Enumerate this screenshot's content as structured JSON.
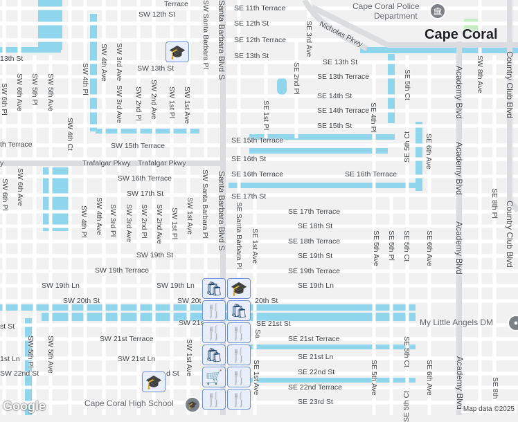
{
  "map": {
    "colors": {
      "land": "#f1f1f2",
      "road": "#ffffff",
      "major_road": "#dadce0",
      "water": "#8fd6ec",
      "park": "#c7ecc6",
      "pin_fill": "#e8eefc",
      "pin_border": "#6f8fd8",
      "pin_icon": "#173e64"
    },
    "city_label": "Cape Coral",
    "places": {
      "police": "Cape Coral Police",
      "police2": "Department",
      "school": "Cape Coral High School",
      "daycare": "My Little Angels DM"
    },
    "streets_h": [
      "Terrace",
      "SW 12th St",
      "SE 11th Terrace",
      "SE 12th St",
      "SE 12th Terrace",
      "SE 13th St",
      "13th St",
      "SW 13th St",
      "SE 13th St",
      "SE 13th Terrace",
      "SE 14th St",
      "SE 14th Terrace",
      "SE 15th St",
      "SE 15th Terrace",
      "SW 15th Terrace",
      "th Terrace",
      "y",
      "Trafalgar Pkwy",
      "Trafalgar Pkwy",
      "SE 16th St",
      "SE 16th Terrace",
      "SE 16th Terrace",
      "SW 16th Terrace",
      "SW 17th St",
      "SE 17th St",
      "SE 17th Terrace",
      "SE 18th St",
      "SE 18th Terrace",
      "SE 19th St",
      "SW 19th St",
      "SW 19th Terrace",
      "SE 19th Terrace",
      "SW 19th Ln",
      "SW 19th Ln",
      "SE 19th Ln",
      "SW 20th St",
      "SW 20t",
      "20th St",
      "st St",
      "SW 21s",
      "SE 21st St",
      "SW 21st Terrace",
      "SE 21st Terrace",
      "SW 21st Ln",
      "SE 21st Ln",
      "1st Ln",
      "SW 22nd St",
      "SE 22nd St",
      "SE 22nd Terrace",
      "SE 23rd St",
      "d St",
      "Nicholas Pkwy"
    ],
    "streets_v": [
      "SW Santa Barbara Pl",
      "Santa Barbara Blvd S",
      "Santa Barbara Blvd S",
      "SE 3rd Ave",
      "SW 4th Ave",
      "SW 3rd Ave",
      "SW 3rd Ave",
      "SW 2nd Pl",
      "SW 2nd Ave",
      "SW 1st Pl",
      "SW 1st Ave",
      "SW 4th Pl",
      "SW 4th Ct",
      "SW 5th Ave",
      "SW 5th Pl",
      "SW 6th Ave",
      "SW 6th Pl",
      "SE 2nd Pl",
      "SE 1st Pl",
      "SE 4th Pl",
      "SE 5th Ct",
      "SE 5th Ct",
      "SE 6th Ave",
      "Academy Blvd",
      "Academy Blvd",
      "Academy Blvd",
      "SW 8th Ave",
      "Country Club Blvd",
      "Country Club Blvd",
      "SE 8th Pl",
      "SW 6th Ave",
      "SW 6th Pl",
      "SW 4th Pl",
      "SW 4th Ave",
      "SW 3rd Pl",
      "SW 3rd Ave",
      "SW 2nd Pl",
      "SW 2nd Ave",
      "SW 1st Pl",
      "SW 1st Ave",
      "SW Santa Barbara Pl",
      "SE Santa Barbara Pl",
      "SE 1st Ave",
      "SE 5th Ave",
      "SE 5th Pl",
      "SE 5th Ct",
      "SE 6th Ave",
      "SW 5th Pl",
      "SW 5th Ave",
      "SW 1st Ave",
      "SE 1st Ave",
      "SE 5th Ave",
      "SE 5th Ct",
      "SE 6th Ave",
      "Academy Blvd",
      "SE 8th",
      "SE 5th Ct",
      "Sa"
    ],
    "pins": [
      "school",
      "school",
      "shopping",
      "school",
      "restaurant",
      "shopping",
      "restaurant",
      "restaurant",
      "shopping",
      "restaurant",
      "grocery",
      "restaurant",
      "restaurant",
      "restaurant"
    ],
    "logo": "Google",
    "attribution": "Map data ©2025"
  }
}
